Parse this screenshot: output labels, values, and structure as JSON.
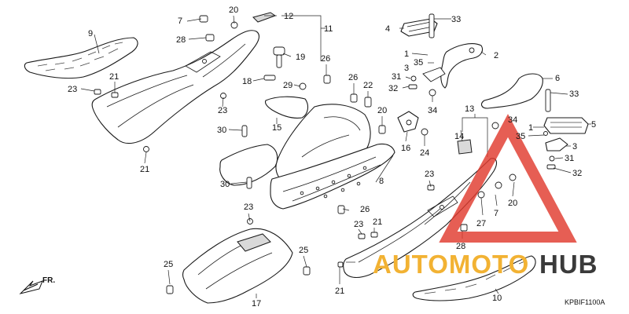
{
  "diagram_code": "KPBIF1100A",
  "front_label": "FR.",
  "watermark": {
    "auto": "AUTOMOTO",
    "hub": "HUB",
    "auto_color": "#f2b233",
    "hub_color": "#3a3a3a",
    "triangle_color": "#e03a2e"
  },
  "callouts": [
    {
      "text": "1"
    },
    {
      "text": "1"
    },
    {
      "text": "2"
    },
    {
      "text": "3"
    },
    {
      "text": "3"
    },
    {
      "text": "4"
    },
    {
      "text": "5"
    },
    {
      "text": "6"
    },
    {
      "text": "7"
    },
    {
      "text": "7"
    },
    {
      "text": "8"
    },
    {
      "text": "9"
    },
    {
      "text": "10"
    },
    {
      "text": "11"
    },
    {
      "text": "12"
    },
    {
      "text": "13"
    },
    {
      "text": "14"
    },
    {
      "text": "15"
    },
    {
      "text": "16"
    },
    {
      "text": "17"
    },
    {
      "text": "18"
    },
    {
      "text": "19"
    },
    {
      "text": "20"
    },
    {
      "text": "20"
    },
    {
      "text": "20"
    },
    {
      "text": "21"
    },
    {
      "text": "21"
    },
    {
      "text": "21"
    },
    {
      "text": "21"
    },
    {
      "text": "22"
    },
    {
      "text": "23"
    },
    {
      "text": "23"
    },
    {
      "text": "23"
    },
    {
      "text": "23"
    },
    {
      "text": "23"
    },
    {
      "text": "24"
    },
    {
      "text": "25"
    },
    {
      "text": "25"
    },
    {
      "text": "26"
    },
    {
      "text": "26"
    },
    {
      "text": "26"
    },
    {
      "text": "27"
    },
    {
      "text": "28"
    },
    {
      "text": "28"
    },
    {
      "text": "29"
    },
    {
      "text": "30"
    },
    {
      "text": "30"
    },
    {
      "text": "31"
    },
    {
      "text": "31"
    },
    {
      "text": "32"
    },
    {
      "text": "32"
    },
    {
      "text": "33"
    },
    {
      "text": "33"
    },
    {
      "text": "34"
    },
    {
      "text": "34"
    },
    {
      "text": "35"
    },
    {
      "text": "35"
    }
  ]
}
